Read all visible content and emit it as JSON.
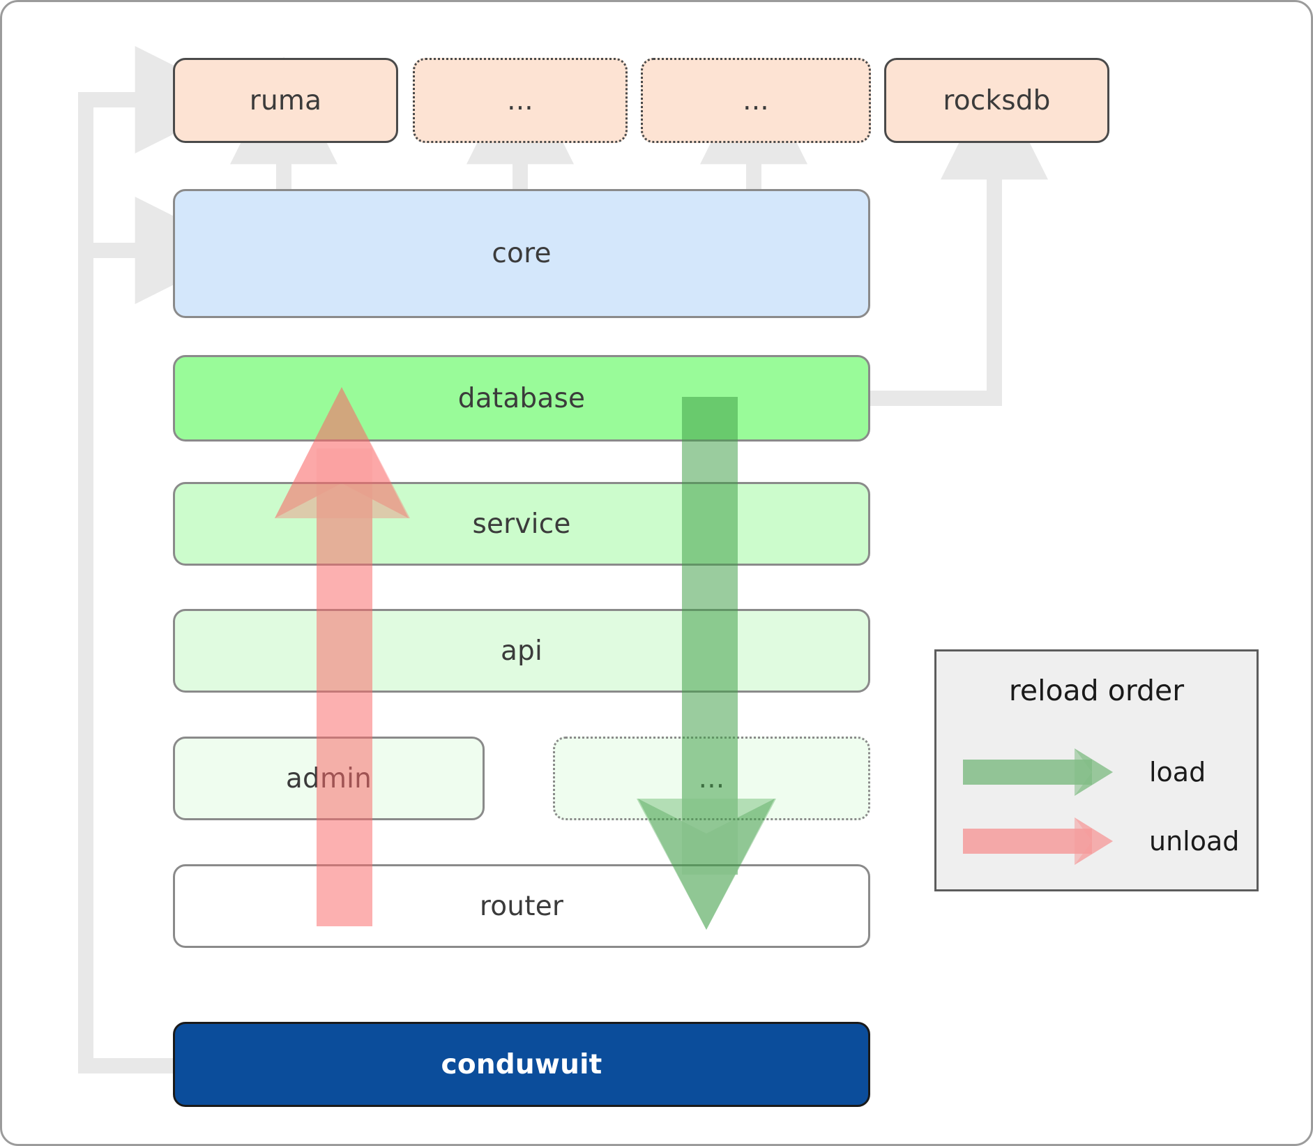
{
  "diagram": {
    "title": "conduwuit crate architecture / reload order",
    "colors": {
      "dependency_fill": "#fde3d3",
      "dependency_stroke": "#4a4a4a",
      "core_fill": "#d4e7fb",
      "database_fill": "#99fb99",
      "service_fill": "#ccfccc",
      "api_fill": "#e0fbe0",
      "admin_fill": "#effdef",
      "router_fill": "#ffffff",
      "binary_fill": "#0b4d9b",
      "layer_stroke": "#8a8a8a",
      "wire_gray": "#e8e8e8",
      "load_green": "#4caf50",
      "unload_red": "#fa8282",
      "legend_bg": "#efefef",
      "legend_stroke": "#5c5c5c",
      "text_dark": "#3b3b3b",
      "text_light": "#ffffff"
    },
    "dependencies": [
      {
        "id": "ruma",
        "label": "ruma",
        "style": "solid"
      },
      {
        "id": "dep2",
        "label": "...",
        "style": "dotted"
      },
      {
        "id": "dep3",
        "label": "...",
        "style": "dotted"
      },
      {
        "id": "rocksdb",
        "label": "rocksdb",
        "style": "solid"
      }
    ],
    "core": {
      "id": "core",
      "label": "core"
    },
    "layers": [
      {
        "id": "database",
        "label": "database",
        "style": "solid"
      },
      {
        "id": "service",
        "label": "service",
        "style": "solid"
      },
      {
        "id": "api",
        "label": "api",
        "style": "solid"
      },
      {
        "id": "admin",
        "label": "admin",
        "style": "solid"
      },
      {
        "id": "dots",
        "label": "...",
        "style": "dotted"
      },
      {
        "id": "router",
        "label": "router",
        "style": "solid"
      }
    ],
    "binary": {
      "id": "conduwuit",
      "label": "conduwuit"
    },
    "legend": {
      "title": "reload order",
      "items": [
        {
          "id": "load",
          "label": "load",
          "color": "#4caf50"
        },
        {
          "id": "unload",
          "label": "unload",
          "color": "#fa8282"
        }
      ]
    },
    "flows": {
      "unload": {
        "direction": "up",
        "from": "router",
        "to": "database",
        "color": "#fa8282"
      },
      "load": {
        "direction": "down",
        "from": "database",
        "to": "router",
        "color": "#4caf50"
      }
    }
  }
}
